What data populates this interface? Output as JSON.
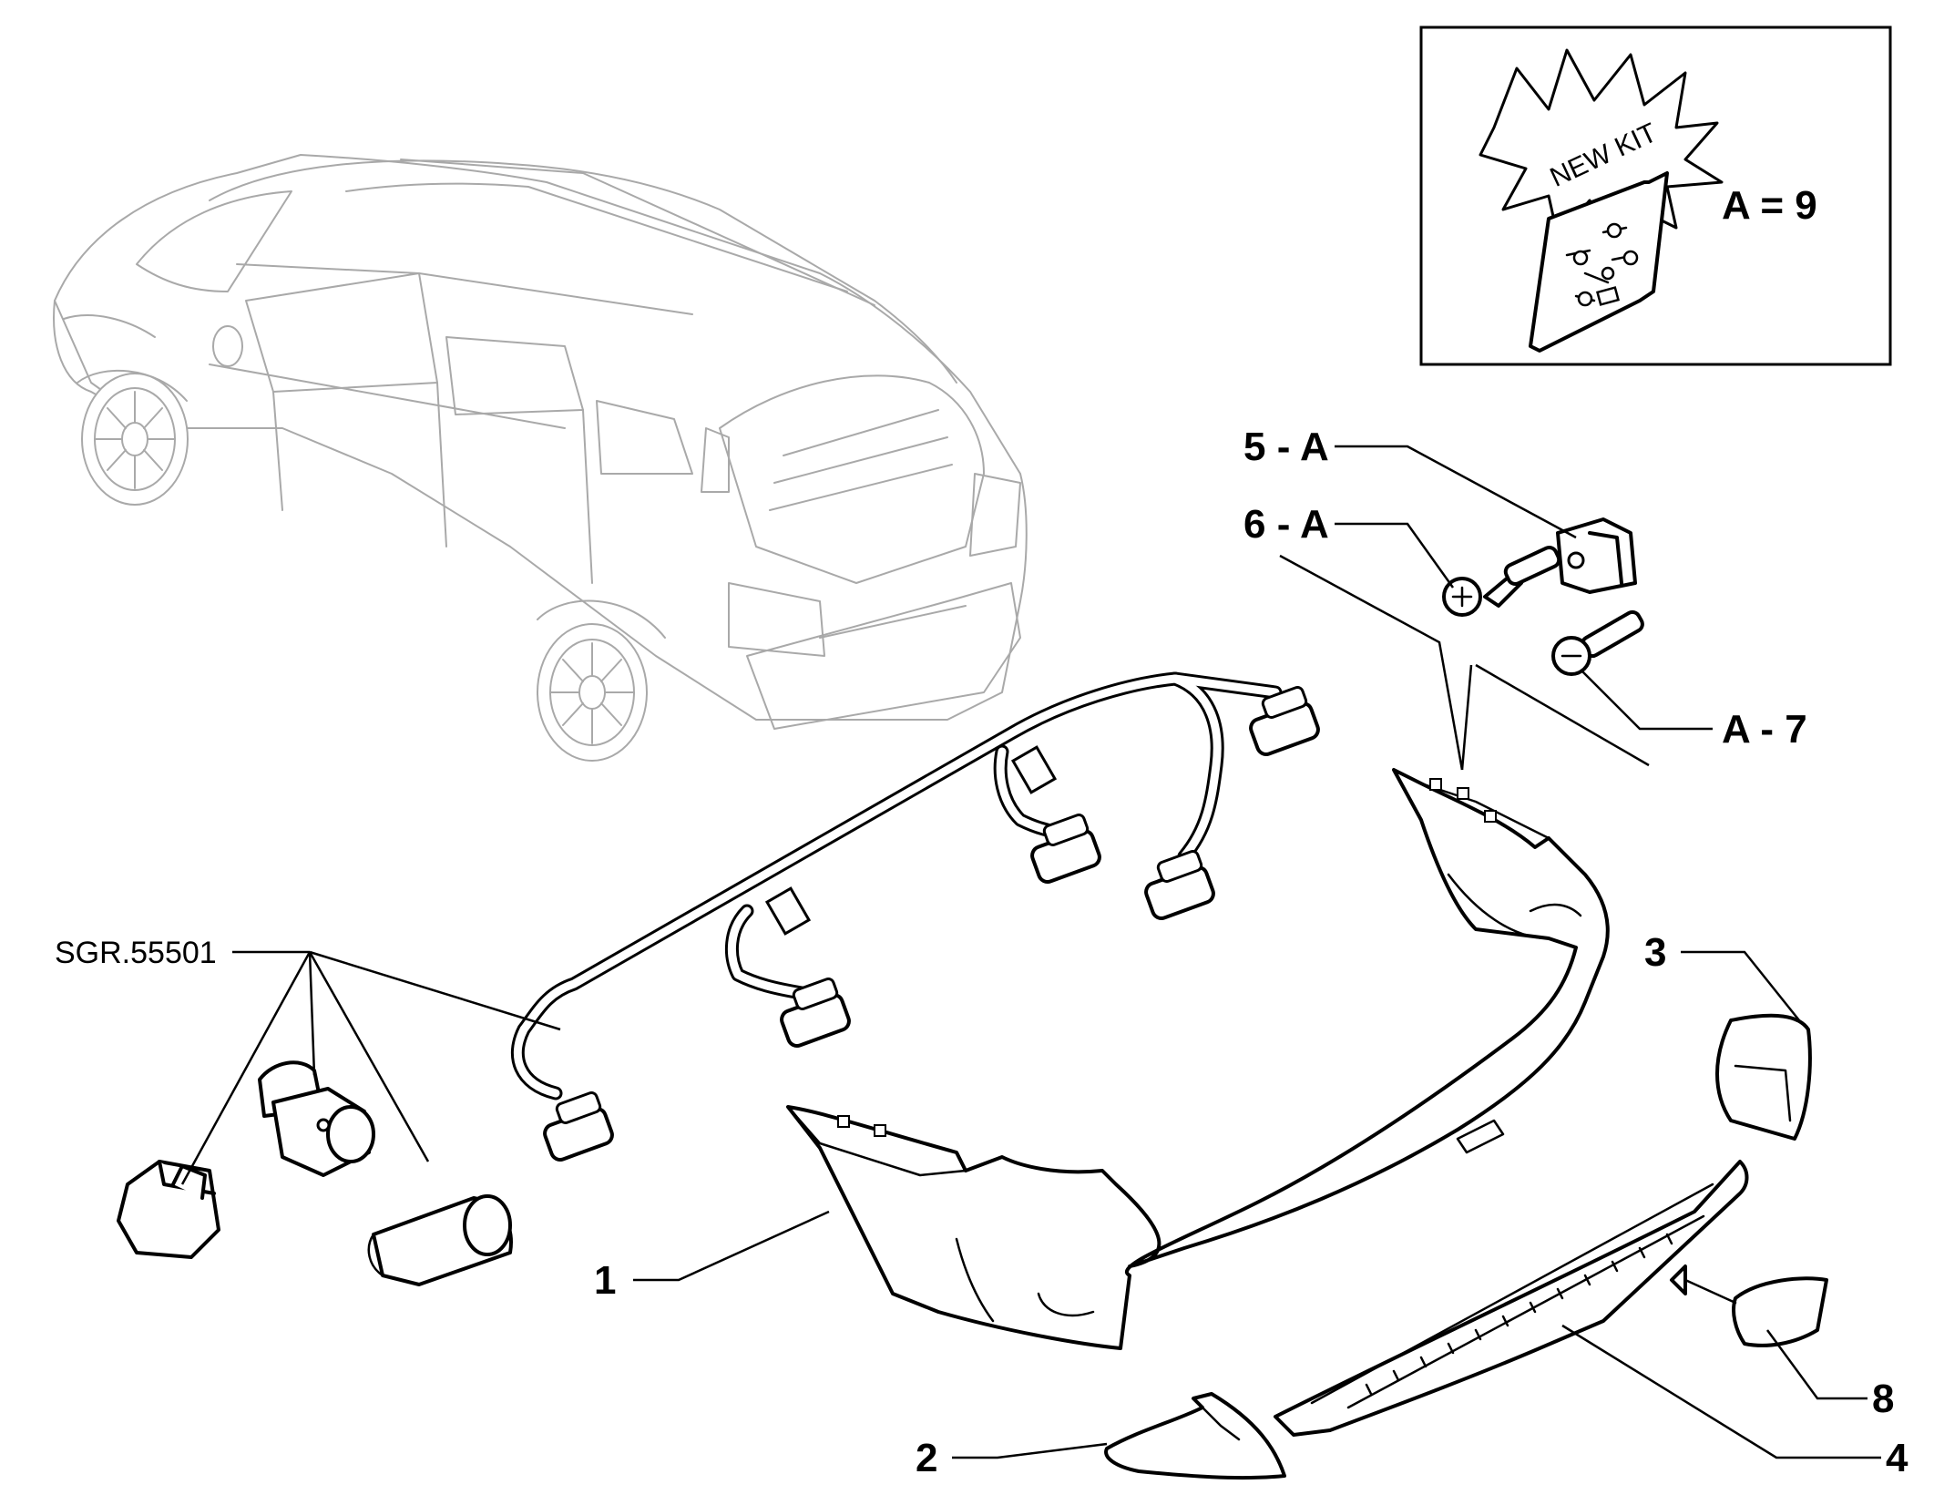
{
  "kit": {
    "badge": "NEW KIT",
    "equation": "A = 9"
  },
  "callouts": {
    "c1": "1",
    "c2": "2",
    "c3": "3",
    "c4": "4",
    "c5": "5 - A",
    "c6": "6 - A",
    "c7": "A - 7",
    "c8": "8",
    "ref": "SGR.55501"
  }
}
